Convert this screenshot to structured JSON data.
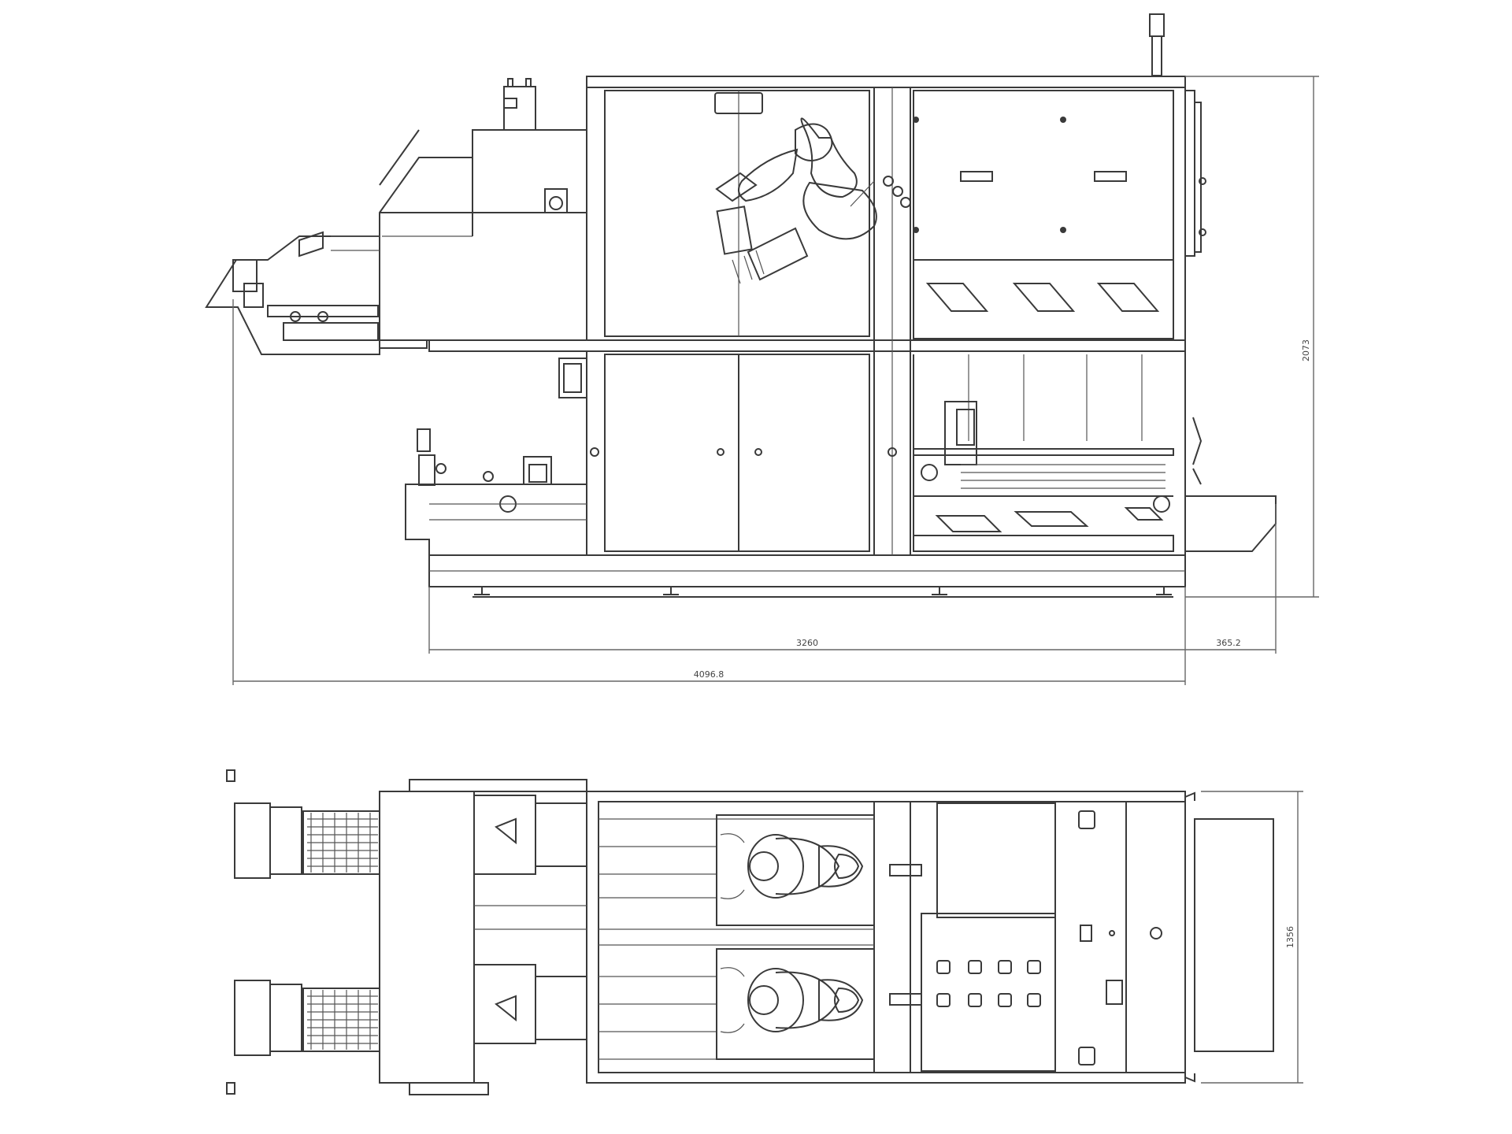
{
  "dimensions": {
    "height_side": "2073",
    "length_frame": "3260",
    "length_overhang": "365.2",
    "length_total": "4096.8",
    "width_top": "1356"
  }
}
